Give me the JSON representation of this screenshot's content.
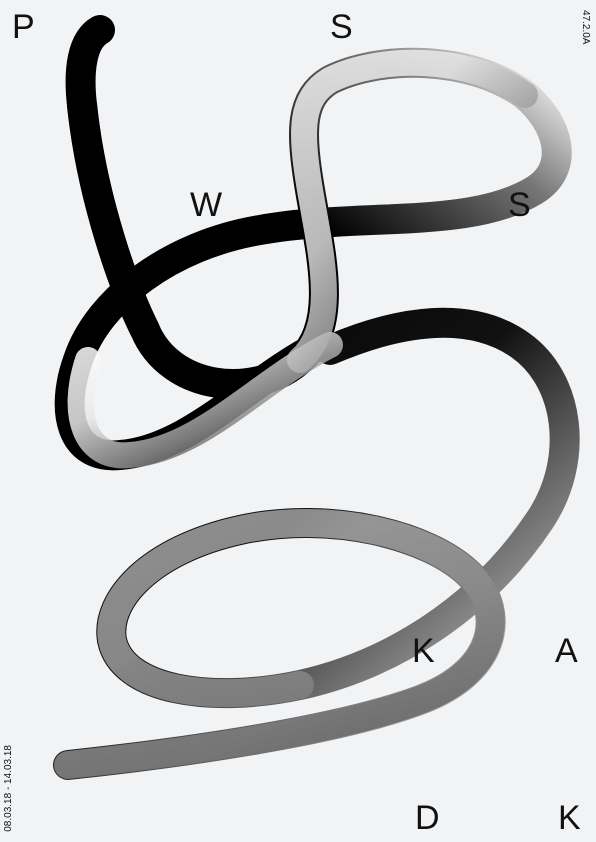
{
  "poster": {
    "letters": {
      "p": "P",
      "s_top": "S",
      "w": "W",
      "s_mid": "S",
      "k_left": "K",
      "a": "A",
      "d": "D",
      "k_right": "K"
    },
    "code": "47.2.0A",
    "dates": "08.03.18 - 14.03.18"
  },
  "colors": {
    "background": "#f2f3f5",
    "ink": "#111111",
    "tube_dark": "#000000",
    "tube_light": "#ffffff"
  }
}
